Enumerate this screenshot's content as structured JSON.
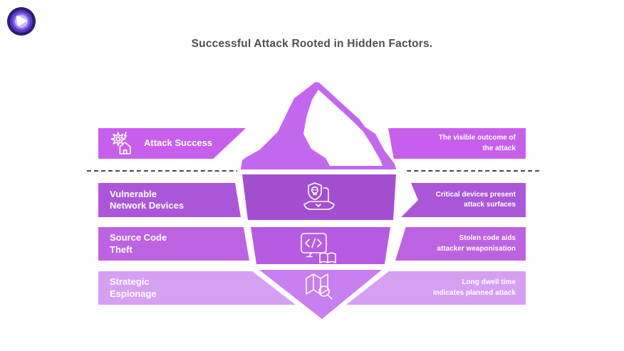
{
  "title": "Successful Attack Rooted in Hidden Factors.",
  "title_color": "#4f4f4f",
  "logo": {
    "name": "shield-play-brand-logo",
    "ring_colors": [
      "#2e1d6f",
      "#5839c9",
      "#8a66ef",
      "#c6baf9"
    ],
    "core_color": "#ffffff"
  },
  "waterline": {
    "style": "dashed",
    "color": "#4a4a4a"
  },
  "rows": [
    {
      "label": "Attack Success",
      "description": "The visible outcome of\nthe attack",
      "band_color": "#c75fec",
      "center_color": "#c368ee",
      "icon": "malware-burst-house-icon"
    },
    {
      "label": "Vulnerable\nNetwork Devices",
      "description": "Critical devices present\nattack surfaces",
      "band_color": "#ab56d8",
      "center_color": "#a44ed2",
      "icon": "skull-shield-laptop-icon"
    },
    {
      "label": "Source Code\nTheft",
      "description": "Stolen code aids\nattacker weaponisation",
      "band_color": "#bd63e2",
      "center_color": "#b75ce2",
      "icon": "code-monitor-book-icon"
    },
    {
      "label": "Strategic\nEspionage",
      "description": "Long dwell time\nindicates planned attack",
      "band_color": "#d6a0f2",
      "center_color": "#c87ff0",
      "icon": "map-magnifier-icon"
    }
  ]
}
